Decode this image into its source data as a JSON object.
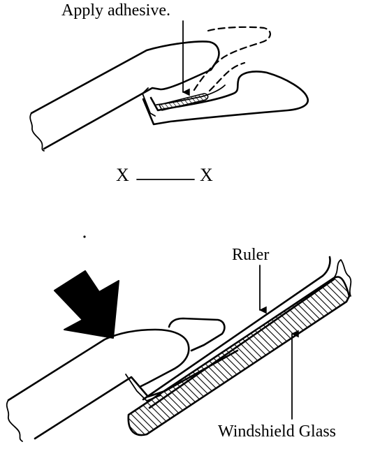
{
  "labels": {
    "apply_adhesive": "Apply adhesive.",
    "section_left": "X",
    "section_right": "X",
    "ruler": "Ruler",
    "windshield_glass": "Windshield Glass"
  },
  "colors": {
    "ink": "#000000",
    "background": "#ffffff"
  }
}
